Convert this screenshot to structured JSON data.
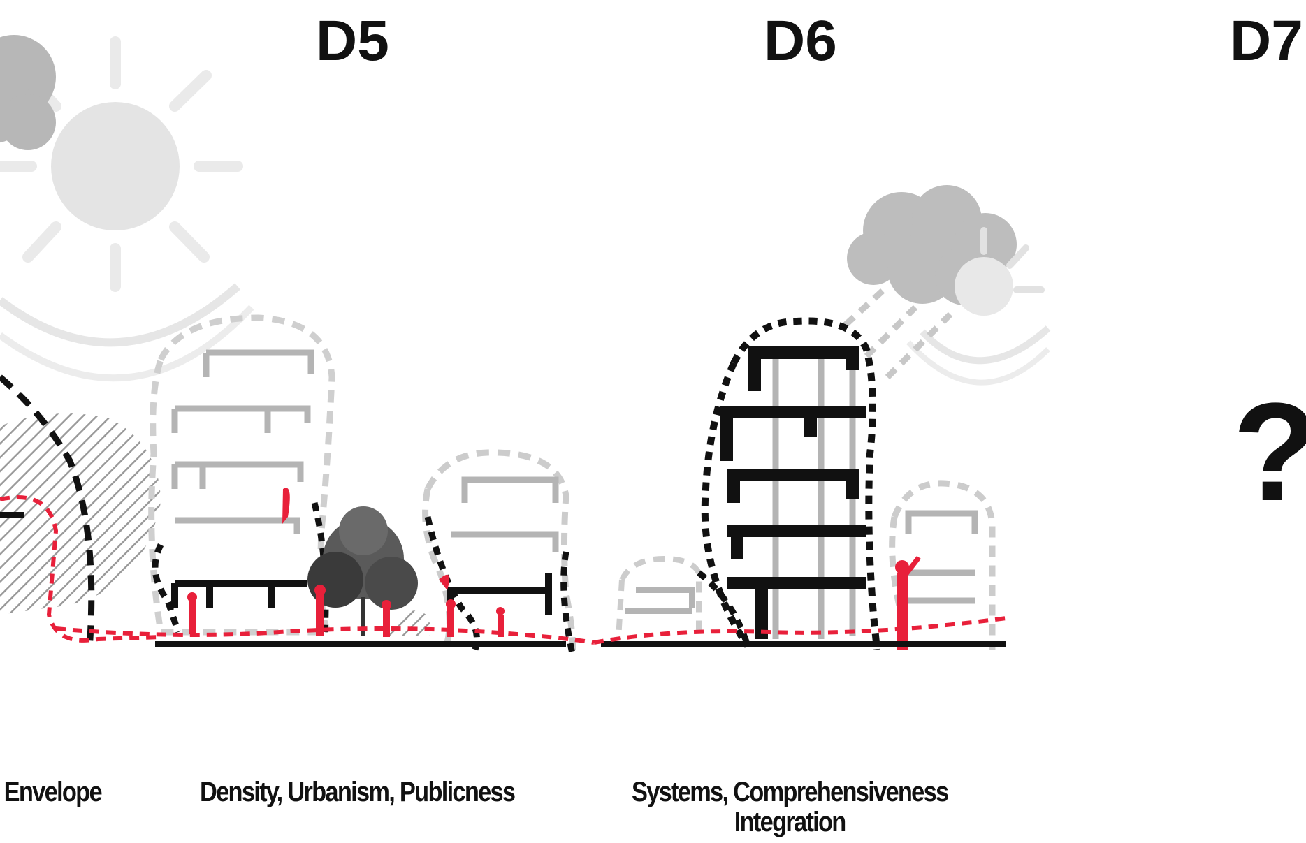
{
  "headings": {
    "d5": "D5",
    "d6": "D6",
    "d7": "D7"
  },
  "unknown_mark": "?",
  "captions": {
    "d4": ". Envelope",
    "d5": "Density, Urbanism, Publicness",
    "d6_line1": "Systems, Comprehensiveness",
    "d6_line2": "Integration"
  },
  "colors": {
    "accent_red": "#e8203a",
    "ink": "#111111",
    "grey": "#b4b4b4",
    "light_grey": "#dedede"
  },
  "icons": [
    "sun-icon",
    "cloud-icon",
    "tree-icon",
    "person-icon"
  ]
}
